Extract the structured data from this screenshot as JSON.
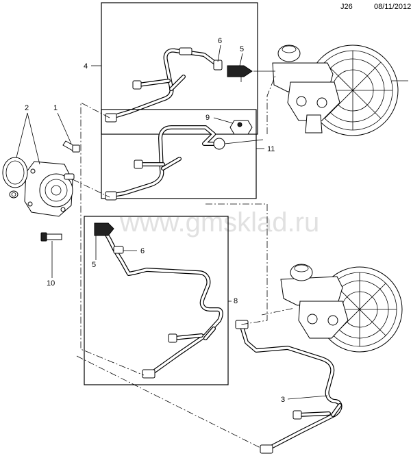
{
  "header": {
    "code": "J26",
    "date": "08/11/2012"
  },
  "watermark": "www.gmsklad.ru",
  "callouts": [
    {
      "id": "c4-top",
      "text": "4"
    },
    {
      "id": "c6-top",
      "text": "6"
    },
    {
      "id": "c5-top",
      "text": "5"
    },
    {
      "id": "c9",
      "text": "9"
    },
    {
      "id": "c11",
      "text": "11"
    },
    {
      "id": "c2",
      "text": "2"
    },
    {
      "id": "c1",
      "text": "1"
    },
    {
      "id": "c5-mid",
      "text": "5"
    },
    {
      "id": "c6-mid",
      "text": "6"
    },
    {
      "id": "c10",
      "text": "10"
    },
    {
      "id": "c8",
      "text": "8"
    },
    {
      "id": "c3",
      "text": "3"
    }
  ]
}
